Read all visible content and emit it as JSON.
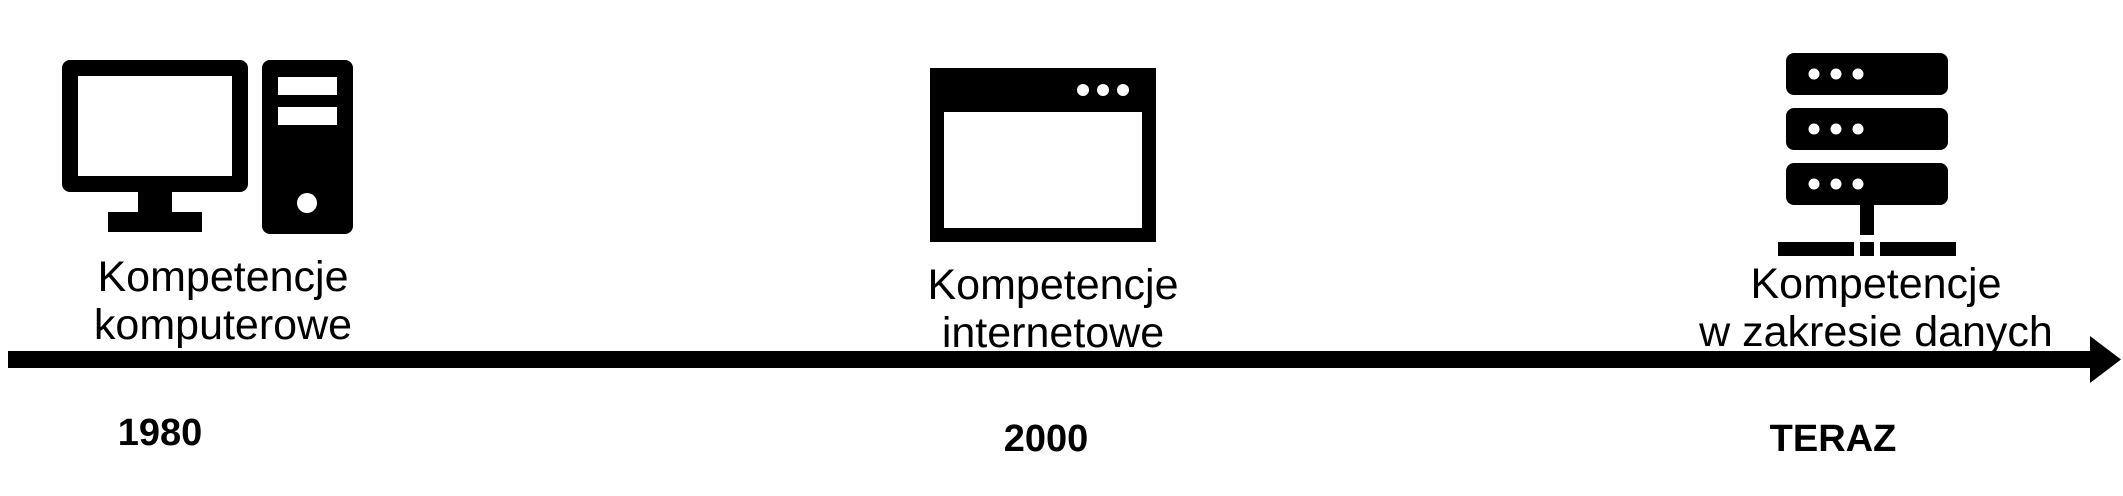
{
  "icons": {
    "computer": "desktop-computer-icon",
    "browser": "browser-window-icon",
    "server": "server-stack-icon"
  },
  "milestones": [
    {
      "caption_line1": "Kompetencje",
      "caption_line2": "komputerowe",
      "year": "1980"
    },
    {
      "caption_line1": "Kompetencje",
      "caption_line2": "internetowe",
      "year": "2000"
    },
    {
      "caption_line1": "Kompetencje",
      "caption_line2": "w zakresie danych",
      "year": "TERAZ"
    }
  ],
  "colors": {
    "ink": "#000000",
    "background": "#ffffff"
  }
}
